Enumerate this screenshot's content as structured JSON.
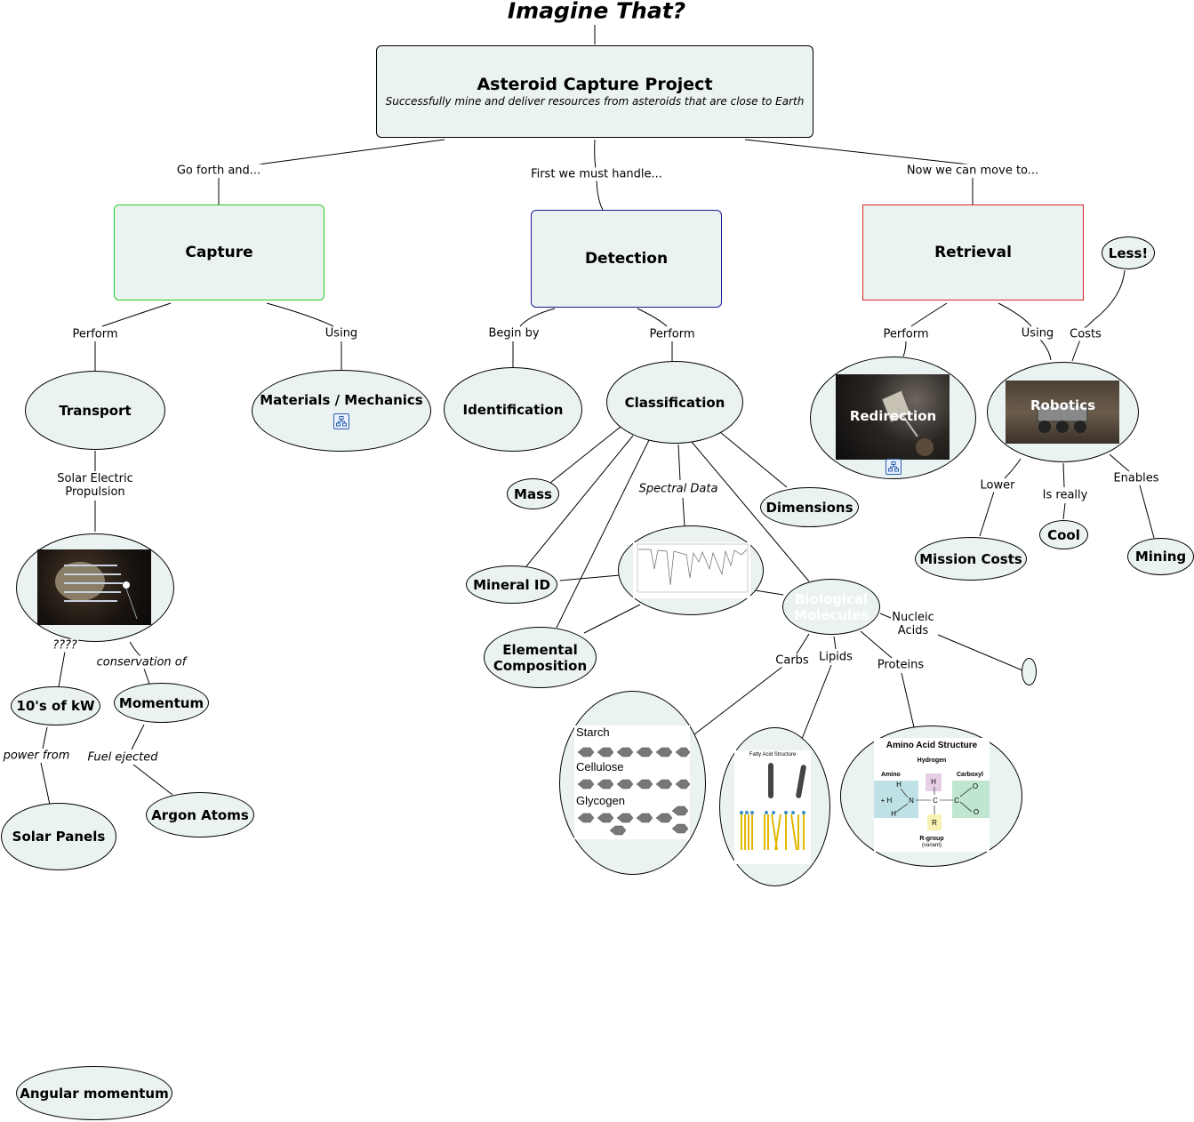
{
  "title": "Imagine That?",
  "root": {
    "title": "Asteroid Capture Project",
    "subtitle": "Successfully mine and deliver resources from asteroids that are close to Earth"
  },
  "links": {
    "go_forth": "Go forth and...",
    "first_handle": "First we must handle...",
    "now_move": "Now we can move to...",
    "perform_capture": "Perform",
    "using_capture": "Using",
    "begin_by": "Begin by",
    "perform_detection": "Perform",
    "perform_retrieval": "Perform",
    "using_retrieval": "Using",
    "costs": "Costs",
    "sep": "Solar Electric\nPropulsion",
    "question": "????",
    "conservation": "conservation of",
    "power_from": "power from",
    "fuel_ejected": "Fuel ejected",
    "spectral": "Spectral Data",
    "lower": "Lower",
    "is_really": "Is really",
    "enables": "Enables",
    "nucleic": "Nucleic\nAcids",
    "carbs": "Carbs",
    "lipids": "Lipids",
    "proteins": "Proteins"
  },
  "nodes": {
    "capture": "Capture",
    "detection": "Detection",
    "retrieval": "Retrieval",
    "less": "Less!",
    "transport": "Transport",
    "materials": "Materials / Mechanics",
    "identification": "Identification",
    "classification": "Classification",
    "redirection": "Redirection",
    "robotics": "Robotics",
    "tens_kw": "10's of kW",
    "momentum": "Momentum",
    "solar_panels": "Solar Panels",
    "argon": "Argon Atoms",
    "mass": "Mass",
    "dimensions": "Dimensions",
    "mineral_id": "Mineral ID",
    "elemental": "Elemental\nComposition",
    "bio": "Biological\nMolecules",
    "mission_costs": "Mission Costs",
    "cool": "Cool",
    "mining": "Mining",
    "angular": "Angular momentum"
  },
  "images": {
    "carbs": {
      "starch": "Starch",
      "cellulose": "Cellulose",
      "glycogen": "Glycogen"
    },
    "lipids": {
      "title": "Fatty Acid Structure"
    },
    "amino": {
      "title": "Amino Acid Structure",
      "hydrogen": "Hydrogen",
      "amino": "Amino",
      "carboxyl": "Carboxyl",
      "rgroup": "R-group",
      "variant": "(variant)"
    }
  },
  "colors": {
    "node_fill": "#ebf2f2",
    "capture_border": "#22cc22",
    "detection_border": "#1a1a99",
    "retrieval_border": "#dd2222"
  }
}
